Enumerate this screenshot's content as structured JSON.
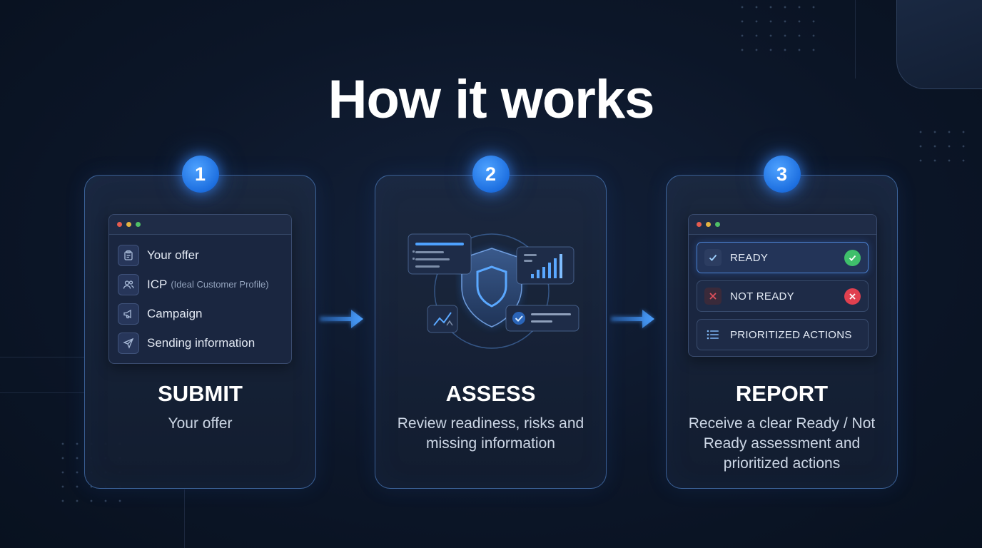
{
  "title": "How it works",
  "colors": {
    "accent": "#2f86f5",
    "ready": "#3fbf6b",
    "not_ready": "#e0404f",
    "background": "#0c1628"
  },
  "steps": [
    {
      "number": "1",
      "title": "SUBMIT",
      "description": "Your offer",
      "items": [
        {
          "label": "Your offer",
          "note": "",
          "icon": "clipboard-icon"
        },
        {
          "label": "ICP",
          "note": "(Ideal Customer Profile)",
          "icon": "users-icon"
        },
        {
          "label": "Campaign",
          "note": "",
          "icon": "megaphone-icon"
        },
        {
          "label": "Sending information",
          "note": "",
          "icon": "send-icon"
        }
      ]
    },
    {
      "number": "2",
      "title": "ASSESS",
      "description": "Review readiness, risks and missing information",
      "icons": [
        "shield-icon",
        "bar-chart-icon",
        "trend-icon",
        "checklist-icon",
        "document-lines-icon"
      ]
    },
    {
      "number": "3",
      "title": "REPORT",
      "description": "Receive a clear Ready / Not Ready assessment and prioritized actions",
      "items": [
        {
          "label": "READY",
          "status": "ready",
          "icon": "check-icon"
        },
        {
          "label": "NOT READY",
          "status": "not-ready",
          "icon": "x-icon"
        },
        {
          "label": "PRIORITIZED ACTIONS",
          "status": "list",
          "icon": "list-icon"
        }
      ]
    }
  ]
}
